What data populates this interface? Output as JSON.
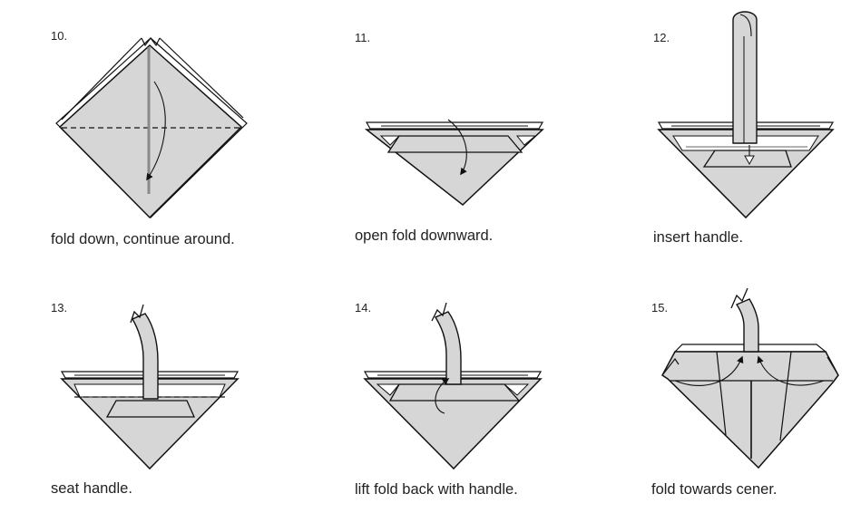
{
  "steps": [
    {
      "number": "10.",
      "caption": "fold down, continue around."
    },
    {
      "number": "11.",
      "caption": "open fold downward."
    },
    {
      "number": "12.",
      "caption": "insert handle."
    },
    {
      "number": "13.",
      "caption": "seat handle."
    },
    {
      "number": "14.",
      "caption": "lift fold back with handle."
    },
    {
      "number": "15.",
      "caption": "fold towards cener."
    }
  ],
  "colors": {
    "paper_fill": "#d6d6d6",
    "line": "#111111",
    "mid_gray": "#9a9a9a",
    "background": "#ffffff"
  }
}
